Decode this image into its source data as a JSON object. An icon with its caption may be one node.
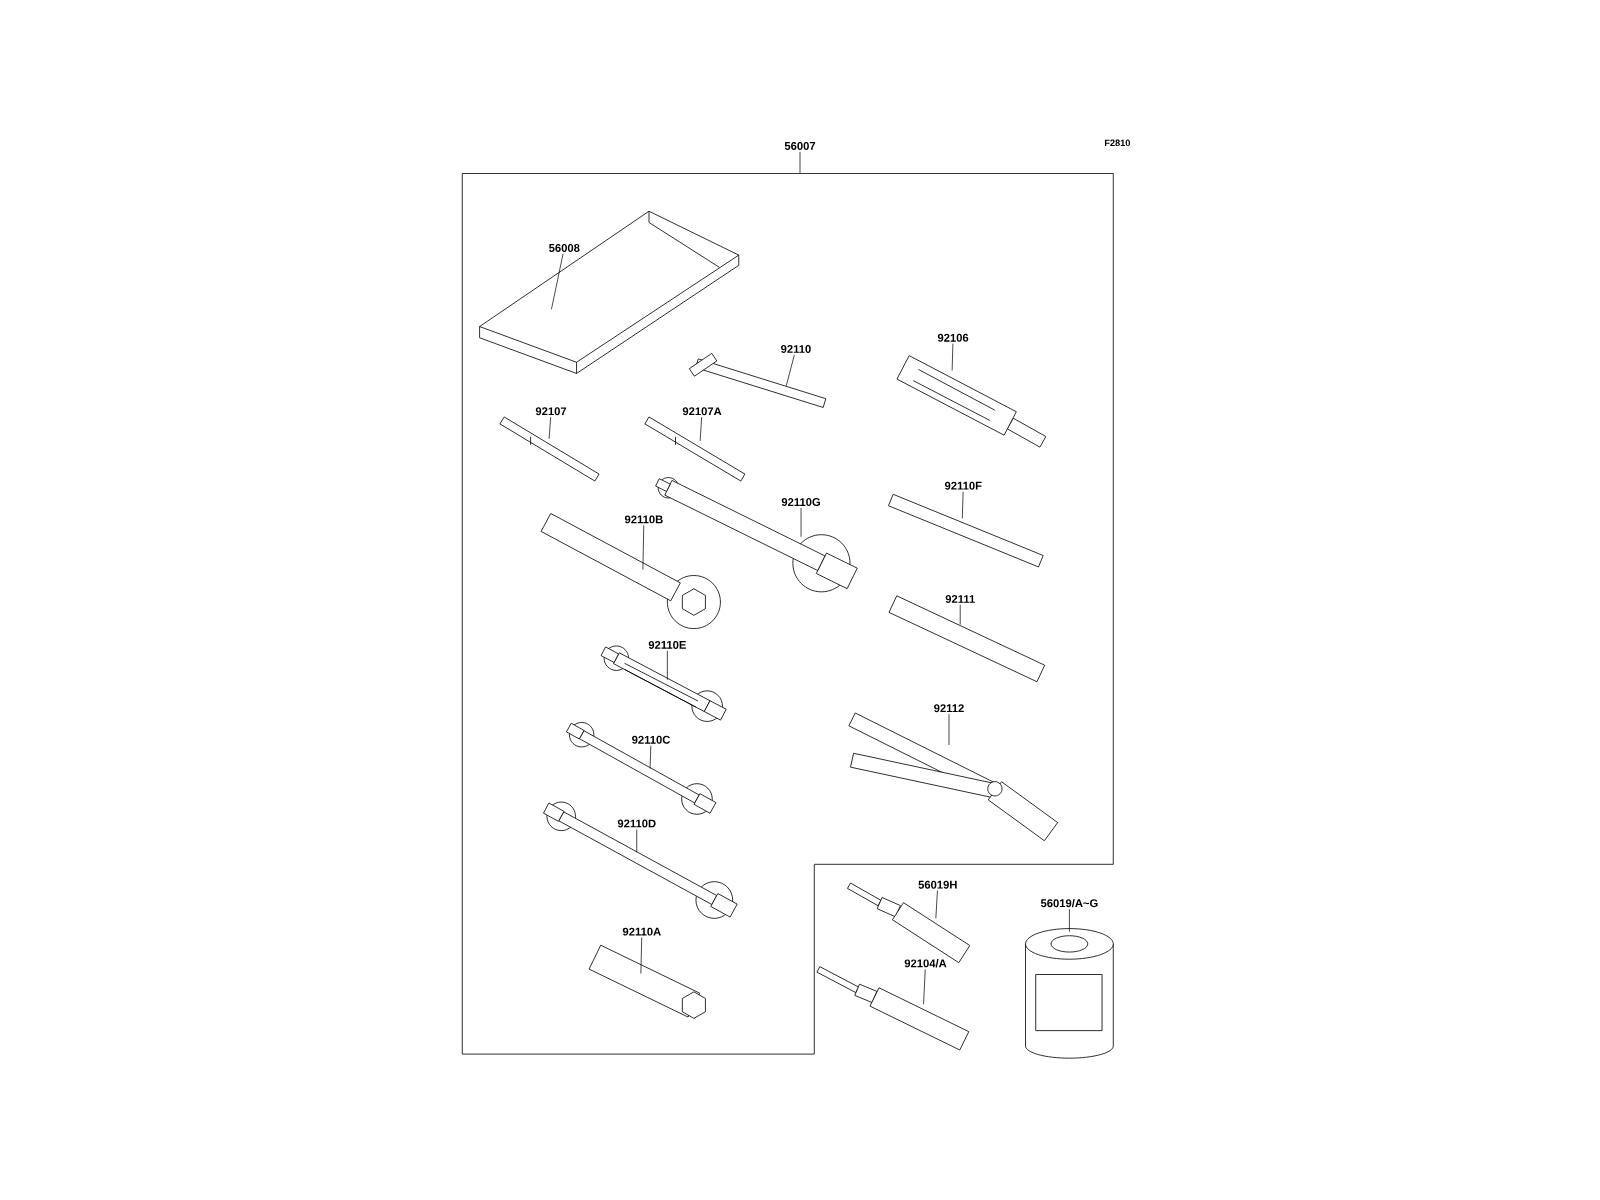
{
  "diagram": {
    "nodes": [
      {
        "text": [
          "56007"
        ]
      },
      {
        "text": [],
        "shape": "box"
      },
      {
        "text": [
          "56008"
        ],
        "in": 1
      },
      {
        "text": [],
        "shape": "picture",
        "in": 1
      },
      {
        "text": [
          "92110"
        ],
        "in": 1
      },
      {
        "text": [],
        "shape": "picture",
        "in": 1
      },
      {
        "text": [
          "92106"
        ],
        "in": 1
      },
      {
        "text": [],
        "shape": "picture",
        "in": 1
      },
      {
        "text": [
          "92107"
        ],
        "in": 1
      },
      {
        "text": [],
        "shape": "picture",
        "in": 1
      },
      {
        "text": [
          "92107A"
        ],
        "in": 1
      },
      {
        "text": [],
        "shape": "picture",
        "in": 1
      },
      {
        "text": [
          "92110G"
        ],
        "in": 1
      },
      {
        "text": [],
        "shape": "picture",
        "in": 1
      },
      {
        "text": [
          "92110F"
        ],
        "in": 1
      },
      {
        "text": [],
        "shape": "picture",
        "in": 1
      },
      {
        "text": [
          "92110B"
        ],
        "in": 1
      },
      {
        "text": [],
        "shape": "picture",
        "in": 1
      },
      {
        "text": [
          "92111"
        ],
        "in": 1
      },
      {
        "text": [],
        "shape": "picture",
        "in": 1
      },
      {
        "text": [
          "92110E"
        ],
        "in": 1
      },
      {
        "text": [],
        "shape": "picture",
        "in": 1
      },
      {
        "text": [
          "92112"
        ],
        "in": 1
      },
      {
        "text": [],
        "shape": "picture",
        "in": 1
      },
      {
        "text": [
          "92110C"
        ],
        "in": 1
      },
      {
        "text": [],
        "shape": "picture",
        "in": 1
      },
      {
        "text": [
          "92110D"
        ],
        "in": 1
      },
      {
        "text": [],
        "shape": "picture",
        "in": 1
      },
      {
        "text": [
          "92110A"
        ],
        "in": 1
      },
      {
        "text": [],
        "shape": "picture",
        "in": 1
      },
      {
        "text": [
          "56019H"
        ]
      },
      {
        "text": [],
        "shape": "picture"
      },
      {
        "text": [
          "92104/A"
        ]
      },
      {
        "text": [],
        "shape": "picture"
      },
      {
        "text": [
          "56019/A~G"
        ]
      },
      {
        "text": [],
        "shape": "picture"
      }
    ],
    "edges": [
      {
        "from": 0,
        "to": 1,
        "arrow": "none"
      },
      {
        "from": 2,
        "to": 3,
        "arrow": "none"
      },
      {
        "from": 4,
        "to": 5,
        "arrow": "none"
      },
      {
        "from": 6,
        "to": 7,
        "arrow": "none"
      },
      {
        "from": 8,
        "to": 9,
        "arrow": "none"
      },
      {
        "from": 10,
        "to": 11,
        "arrow": "none"
      },
      {
        "from": 12,
        "to": 13,
        "arrow": "none"
      },
      {
        "from": 14,
        "to": 15,
        "arrow": "none"
      },
      {
        "from": 16,
        "to": 17,
        "arrow": "none"
      },
      {
        "from": 18,
        "to": 19,
        "arrow": "none"
      },
      {
        "from": 20,
        "to": 21,
        "arrow": "none"
      },
      {
        "from": 22,
        "to": 23,
        "arrow": "none"
      },
      {
        "from": 24,
        "to": 25,
        "arrow": "none"
      },
      {
        "from": 26,
        "to": 27,
        "arrow": "none"
      },
      {
        "from": 28,
        "to": 29,
        "arrow": "none"
      },
      {
        "from": 30,
        "to": 31,
        "arrow": "none"
      },
      {
        "from": 32,
        "to": 33,
        "arrow": "none"
      },
      {
        "from": 34,
        "to": 35,
        "arrow": "none"
      }
    ],
    "labels": [
      "F2810"
    ]
  }
}
